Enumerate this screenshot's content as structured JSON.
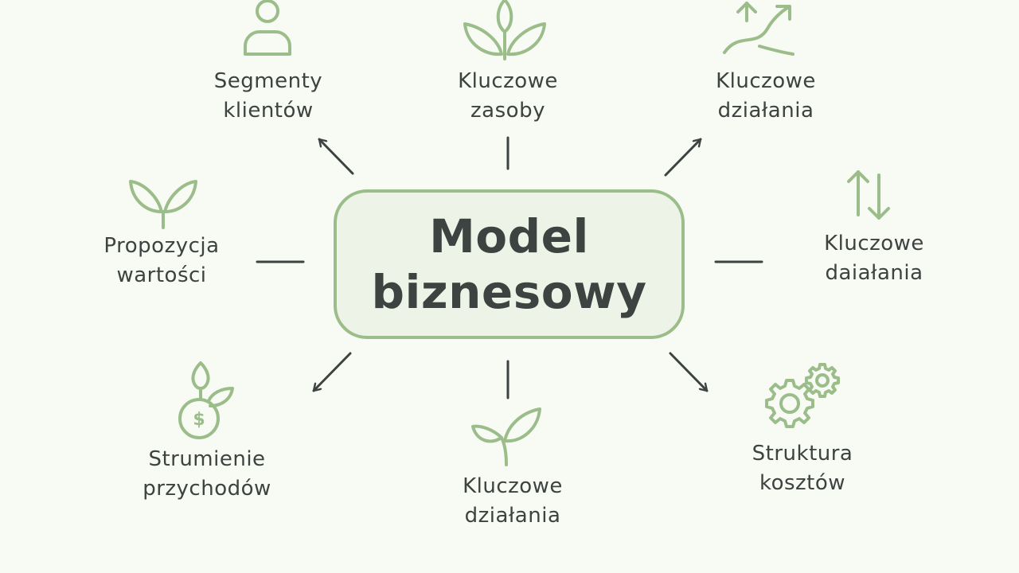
{
  "center": {
    "line1": "Model",
    "line2": "biznesowy"
  },
  "colors": {
    "background": "#f8faf4",
    "accent": "#9bbd8a",
    "box_fill": "#edf3e7",
    "text": "#3d4340",
    "connector": "#3d4340"
  },
  "nodes": [
    {
      "id": "segmenty-klientow",
      "icon": "person-icon",
      "line1": "Segmenty",
      "line2": "klientów"
    },
    {
      "id": "kluczowe-zasoby",
      "icon": "sprout-icon",
      "line1": "Kluczowe",
      "line2": "zasoby"
    },
    {
      "id": "kluczowe-dzialania-top",
      "icon": "trend-arrows-icon",
      "line1": "Kluczowe",
      "line2": "działania"
    },
    {
      "id": "propozycja-wartosci",
      "icon": "leaf-pair-icon",
      "line1": "Propozycja",
      "line2": "wartości"
    },
    {
      "id": "kluczowe-daialania",
      "icon": "swap-arrows-icon",
      "line1": "Kluczowe",
      "line2": "daiałania"
    },
    {
      "id": "strumienie-przychodow",
      "icon": "money-plant-icon",
      "line1": "Strumienie",
      "line2": "przychodów"
    },
    {
      "id": "kluczowe-dzialania-bottom",
      "icon": "seedling-icon",
      "line1": "Kluczowe",
      "line2": "działania"
    },
    {
      "id": "struktura-kosztow",
      "icon": "gears-icon",
      "line1": "Struktura",
      "line2": "kosztów"
    }
  ]
}
